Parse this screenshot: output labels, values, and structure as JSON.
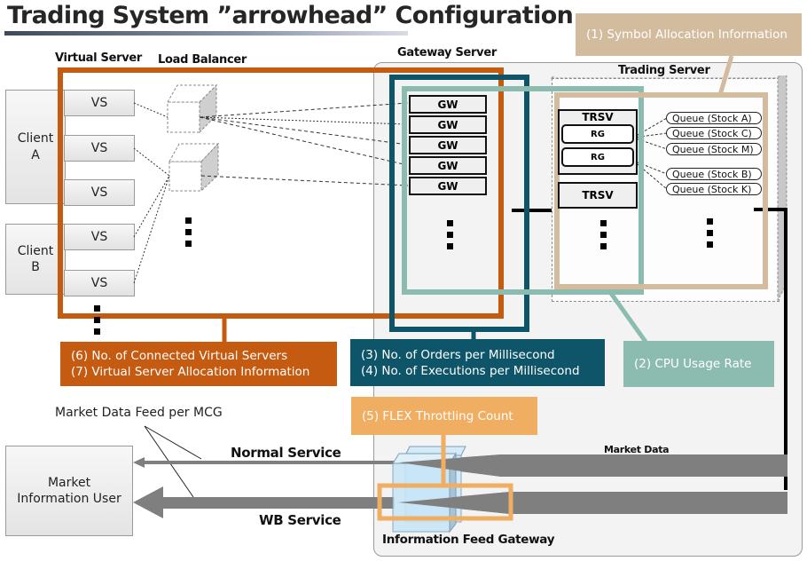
{
  "title": "Trading System ”arrowhead” Configuration",
  "headers": {
    "virtual_server": "Virtual Server",
    "load_balancer": "Load Balancer",
    "gateway_server": "Gateway Server",
    "trading_server": "Trading Server",
    "information_feed_gateway": "Information Feed Gateway"
  },
  "clients": [
    {
      "line1": "Client",
      "line2": "A"
    },
    {
      "line1": "Client",
      "line2": "B"
    }
  ],
  "virtual_servers": [
    "VS",
    "VS",
    "VS",
    "VS",
    "VS"
  ],
  "gateways": [
    "GW",
    "GW",
    "GW",
    "GW",
    "GW"
  ],
  "trading": {
    "trsv_label": "TRSV",
    "rg_label": "RG",
    "queues": [
      "Queue (Stock A)",
      "Queue (Stock C)",
      "Queue (Stock M)",
      "Queue (Stock B)",
      "Queue (Stock K)"
    ]
  },
  "callouts": {
    "c1": "(1) Symbol Allocation Information",
    "c2": "(2) CPU Usage Rate",
    "c3": "(3) No. of Orders per Millisecond",
    "c4": "(4) No. of Executions per Millisecond",
    "c5": "(5) FLEX Throttling Count",
    "c6": "(6) No. of Connected Virtual Servers",
    "c7": "(7) Virtual Server Allocation Information"
  },
  "feed": {
    "market_data_feed": "Market Data Feed per MCG",
    "normal_service": "Normal Service",
    "wb_service": "WB Service",
    "market_data": "Market Data",
    "market_info_user_line1": "Market",
    "market_info_user_line2": "Information User"
  },
  "colors": {
    "vs_group": "#c55a11",
    "gw_group": "#0e5569",
    "cpu_group": "#8cbcb0",
    "symbol_group": "#d3bc9e",
    "flex_group": "#f0ae62",
    "arrow_gray": "#7f7f7f"
  }
}
